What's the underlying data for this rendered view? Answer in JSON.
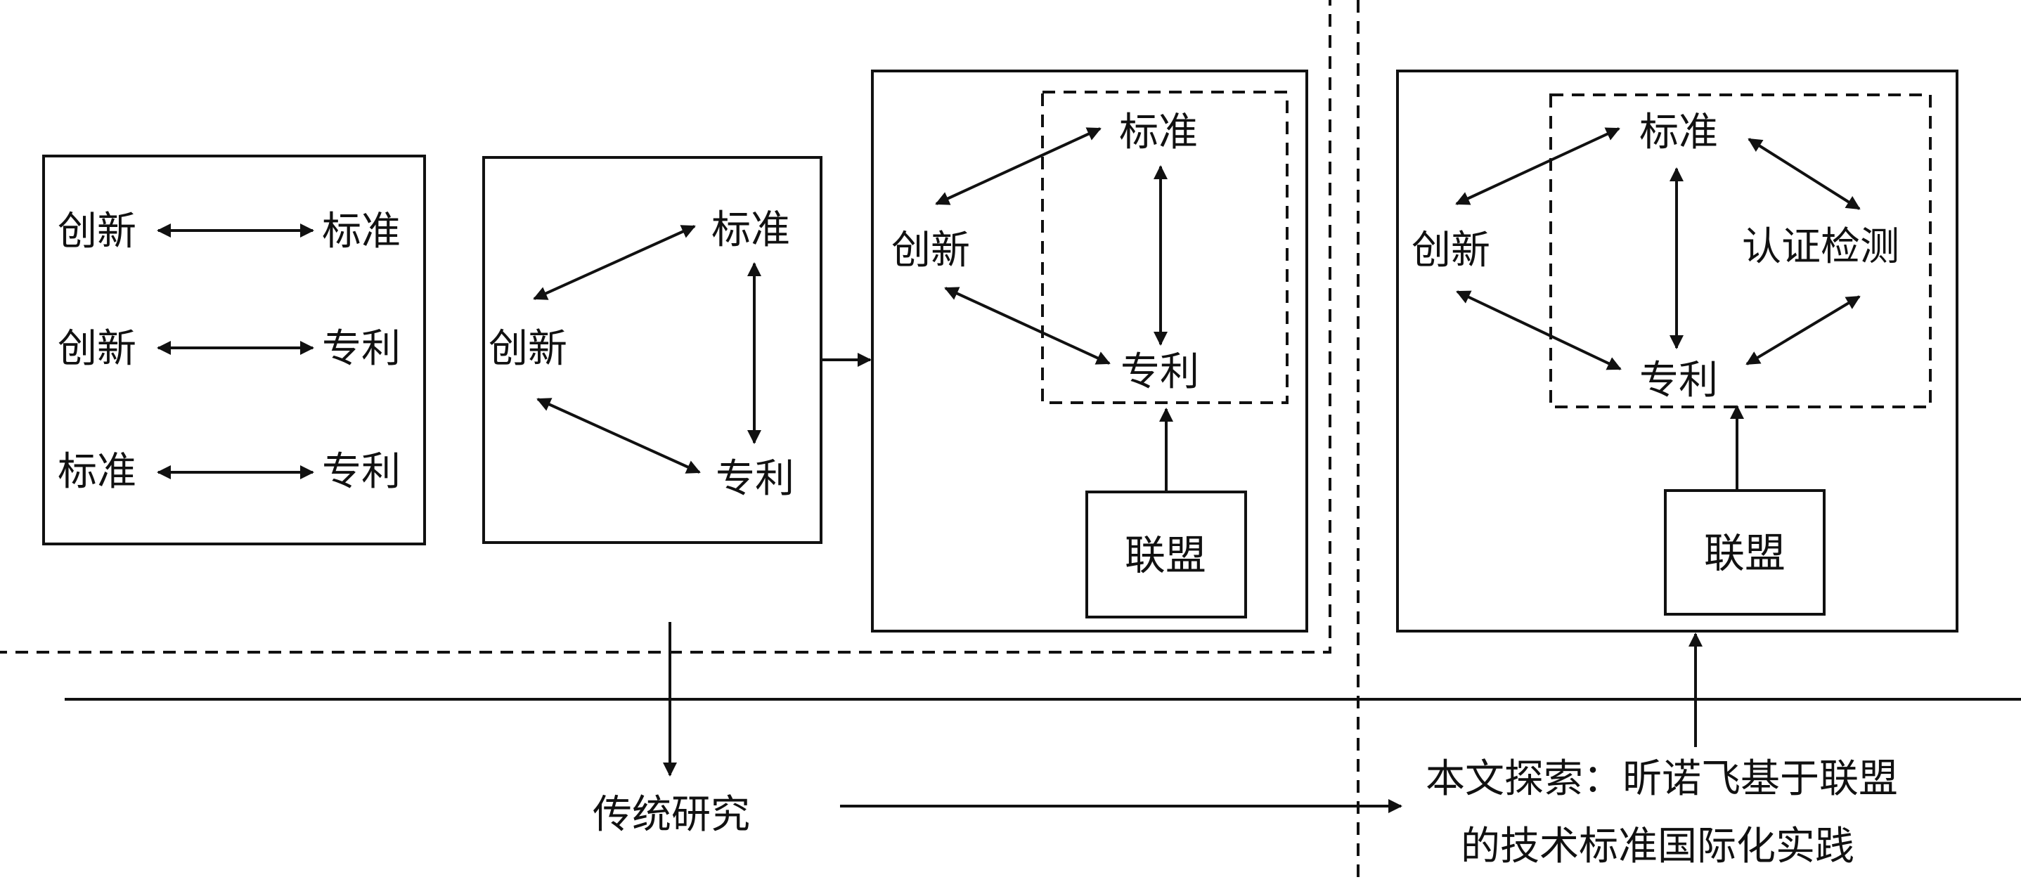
{
  "colors": {
    "ink": "#111111",
    "background": "#ffffff"
  },
  "panel1": {
    "row1": {
      "left": "创新",
      "right": "标准"
    },
    "row2": {
      "left": "创新",
      "right": "专利"
    },
    "row3": {
      "left": "标准",
      "right": "专利"
    }
  },
  "panel2": {
    "innovation": "创新",
    "standard": "标准",
    "patent": "专利"
  },
  "panel3": {
    "innovation": "创新",
    "standard": "标准",
    "patent": "专利",
    "alliance": "联盟"
  },
  "panel4": {
    "innovation": "创新",
    "standard": "标准",
    "patent": "专利",
    "certification": "认证检测",
    "alliance": "联盟"
  },
  "bottom": {
    "traditional": "传统研究",
    "explore_line1": "本文探索：昕诺飞基于联盟",
    "explore_line2": "的技术标准国际化实践"
  }
}
